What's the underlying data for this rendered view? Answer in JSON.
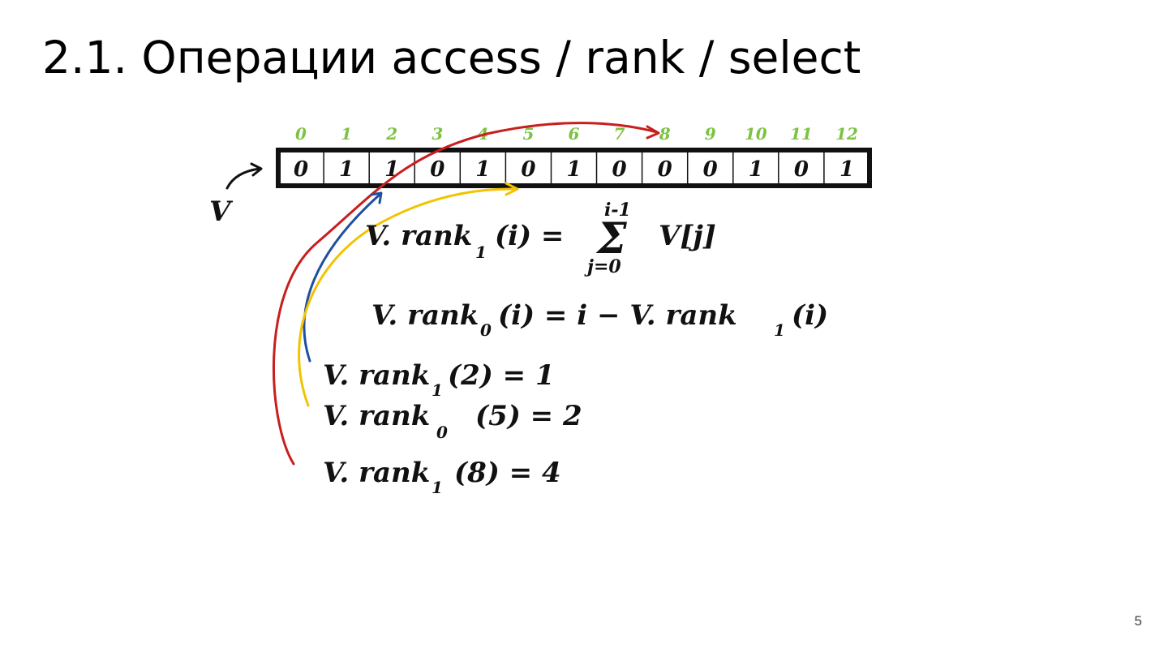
{
  "slide": {
    "title": "2.1. Операции access / rank / select",
    "page_number": "5"
  },
  "colors": {
    "ink": "#111111",
    "index_green": "#7cc243",
    "arrow_red": "#c81e1e",
    "arrow_blue": "#1f4fa0",
    "arrow_yellow": "#f2c300"
  },
  "diagram": {
    "vector_label": "V",
    "indices": [
      "0",
      "1",
      "2",
      "3",
      "4",
      "5",
      "6",
      "7",
      "8",
      "9",
      "10",
      "11",
      "12"
    ],
    "bits": [
      "0",
      "1",
      "1",
      "0",
      "1",
      "0",
      "1",
      "0",
      "0",
      "0",
      "1",
      "0",
      "1"
    ],
    "formula_rank1": {
      "lhs": "V. rank",
      "sub": "1",
      "arg": "(i) =",
      "sum_upper": "i-1",
      "sum_lower": "j=0",
      "sum_symbol": "Σ",
      "rhs": "V[j]"
    },
    "formula_rank0": {
      "lhs": "V. rank",
      "sub": "0",
      "arg": "(i) = i − V. rank",
      "sub2": "1",
      "arg2": "(i)"
    },
    "examples": [
      {
        "lhs": "V. rank",
        "sub": "1",
        "rest": "(2) = 1"
      },
      {
        "lhs": "V. rank",
        "sub": "0",
        "rest": "(5) = 2"
      },
      {
        "lhs": "V. rank",
        "sub": "1",
        "rest": "(8) = 4"
      }
    ]
  }
}
